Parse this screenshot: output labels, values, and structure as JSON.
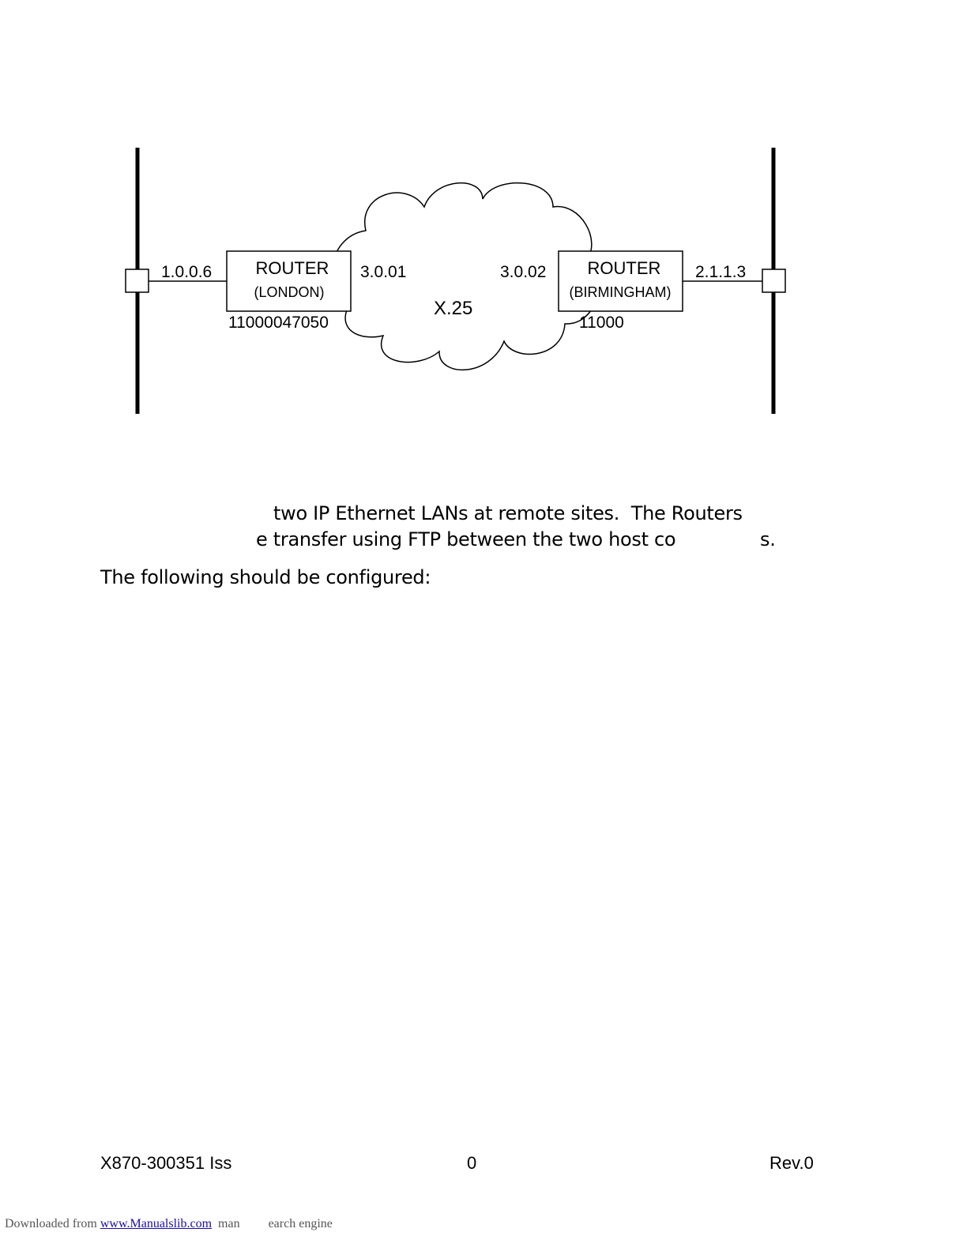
{
  "diagram": {
    "network_label": "X.25",
    "left_lan_address": "1.0.0.6",
    "right_lan_address": "2.1.1.3",
    "left_router": {
      "title": "ROUTER",
      "site": "(LONDON)",
      "x25_address": "3.0.01",
      "dte_address": "11000047050"
    },
    "right_router": {
      "title": "ROUTER",
      "site": "(BIRMINGHAM)",
      "x25_address": "3.0.02",
      "dte_address": "11000"
    }
  },
  "text": {
    "line1": "two IP Ethernet LANs at remote sites.  The Routers",
    "line2": "e transfer using FTP between the two host co",
    "line2_end": "s.",
    "line3": "The following should be configured:"
  },
  "footer": {
    "doc_number": "X870-300351 Iss",
    "page_number": "0",
    "revision": "Rev.0"
  },
  "download_note": {
    "prefix": "Downloaded from ",
    "link_text": "www.Manualslib.com",
    "suffix": "  man         earch engine"
  }
}
